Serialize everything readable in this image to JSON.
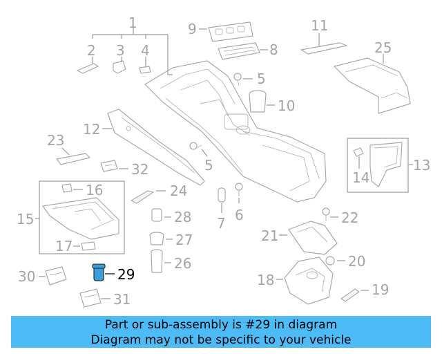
{
  "callouts": {
    "c1": "1",
    "c2": "2",
    "c3": "3",
    "c4": "4",
    "c5a": "5",
    "c5b": "5",
    "c6": "6",
    "c7": "7",
    "c8": "8",
    "c9": "9",
    "c10": "10",
    "c11": "11",
    "c12": "12",
    "c13": "13",
    "c14": "14",
    "c15": "15",
    "c16": "16",
    "c17": "17",
    "c18": "18",
    "c19": "19",
    "c20": "20",
    "c21": "21",
    "c22": "22",
    "c23": "23",
    "c24": "24",
    "c25": "25",
    "c26": "26",
    "c27": "27",
    "c28": "28",
    "c29": "29",
    "c30": "30",
    "c31": "31",
    "c32": "32"
  },
  "highlighted_part": "29",
  "colors": {
    "banner": "#4dbbf6",
    "highlight": "#3a9fd8",
    "line_art": "#a8a8a8"
  },
  "banner": {
    "line1": "Part or sub-assembly is #29 in diagram",
    "line2": "Diagram may not be specific to your vehicle"
  }
}
